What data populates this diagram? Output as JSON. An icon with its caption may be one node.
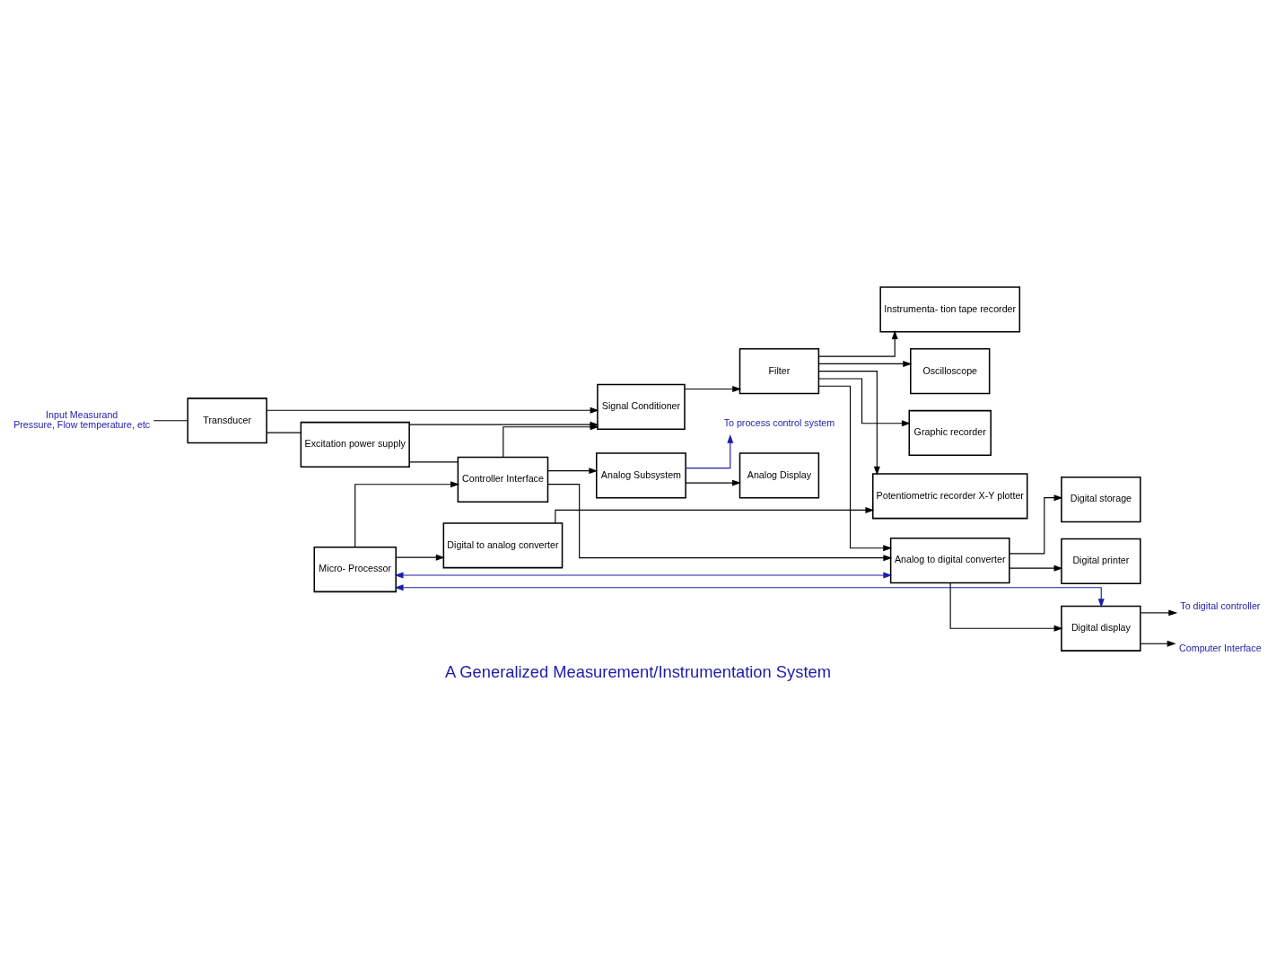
{
  "diagram": {
    "title": "A Generalized Measurement/Instrumentation System",
    "nodes": [
      {
        "text": [
          "Input Measurand",
          "Pressure, Flow temperature, etc"
        ]
      },
      {
        "text": [
          "Transducer"
        ]
      },
      {
        "text": [
          "Signal Conditioner"
        ]
      },
      {
        "text": [
          "Filter"
        ]
      },
      {
        "text": [
          "Excitation power supply"
        ]
      },
      {
        "text": [
          "Controller Interface"
        ]
      },
      {
        "text": [
          "Micro- Processor"
        ]
      },
      {
        "text": [
          "Digital to analog converter"
        ]
      },
      {
        "text": [
          "Analog Subsystem"
        ]
      },
      {
        "text": [
          "Analog Display"
        ]
      },
      {
        "text": [
          "Digital display"
        ]
      },
      {
        "text": [
          "Analog to digital converter"
        ]
      },
      {
        "text": [
          "Digital printer"
        ]
      },
      {
        "text": [
          "Digital storage"
        ]
      },
      {
        "text": [
          "Instrumenta- tion tape recorder"
        ]
      },
      {
        "text": [
          "Oscilloscope"
        ]
      },
      {
        "text": [
          "Graphic recorder"
        ]
      },
      {
        "text": [
          "Potentiometric recorder X-Y plotter"
        ]
      },
      {
        "text": [
          "To digital controller"
        ]
      },
      {
        "text": [
          "Computer Interface"
        ]
      },
      {
        "text": [
          "To process control system"
        ]
      }
    ],
    "edges": [
      {
        "from": 0,
        "to": 1,
        "arrow": "none"
      },
      {
        "from": 1,
        "to": 2,
        "arrow": "to"
      },
      {
        "from": 1,
        "to": 4,
        "arrow": "none"
      },
      {
        "from": 4,
        "to": 2,
        "arrow": "to"
      },
      {
        "from": 5,
        "to": 2,
        "arrow": "to"
      },
      {
        "from": 4,
        "to": 5,
        "arrow": "none"
      },
      {
        "from": 2,
        "to": 3,
        "arrow": "to"
      },
      {
        "from": 3,
        "to": 11,
        "arrow": "to"
      },
      {
        "from": 3,
        "to": 14,
        "arrow": "to"
      },
      {
        "from": 3,
        "to": 15,
        "arrow": "to"
      },
      {
        "from": 3,
        "to": 16,
        "arrow": "to"
      },
      {
        "from": 3,
        "to": 17,
        "arrow": "to"
      },
      {
        "from": 5,
        "to": 11,
        "arrow": "to"
      },
      {
        "from": 5,
        "to": 8,
        "arrow": "to"
      },
      {
        "from": 6,
        "to": 5,
        "arrow": "to"
      },
      {
        "from": 6,
        "to": 7,
        "arrow": "to"
      },
      {
        "from": 7,
        "to": 17,
        "arrow": "to"
      },
      {
        "from": 6,
        "to": 10,
        "arrow": "both",
        "color": "#1c1ca8"
      },
      {
        "from": 6,
        "to": 11,
        "arrow": "both",
        "color": "#1c1ca8"
      },
      {
        "from": 11,
        "to": 10,
        "arrow": "to"
      },
      {
        "from": 10,
        "to": 18,
        "arrow": "to"
      },
      {
        "from": 10,
        "to": 19,
        "arrow": "to"
      },
      {
        "from": 11,
        "to": 12,
        "arrow": "to"
      },
      {
        "from": 11,
        "to": 13,
        "arrow": "to"
      },
      {
        "from": 8,
        "to": 9,
        "arrow": "to"
      },
      {
        "from": 8,
        "to": 20,
        "arrow": "to",
        "color": "#1c1ca8"
      }
    ]
  }
}
